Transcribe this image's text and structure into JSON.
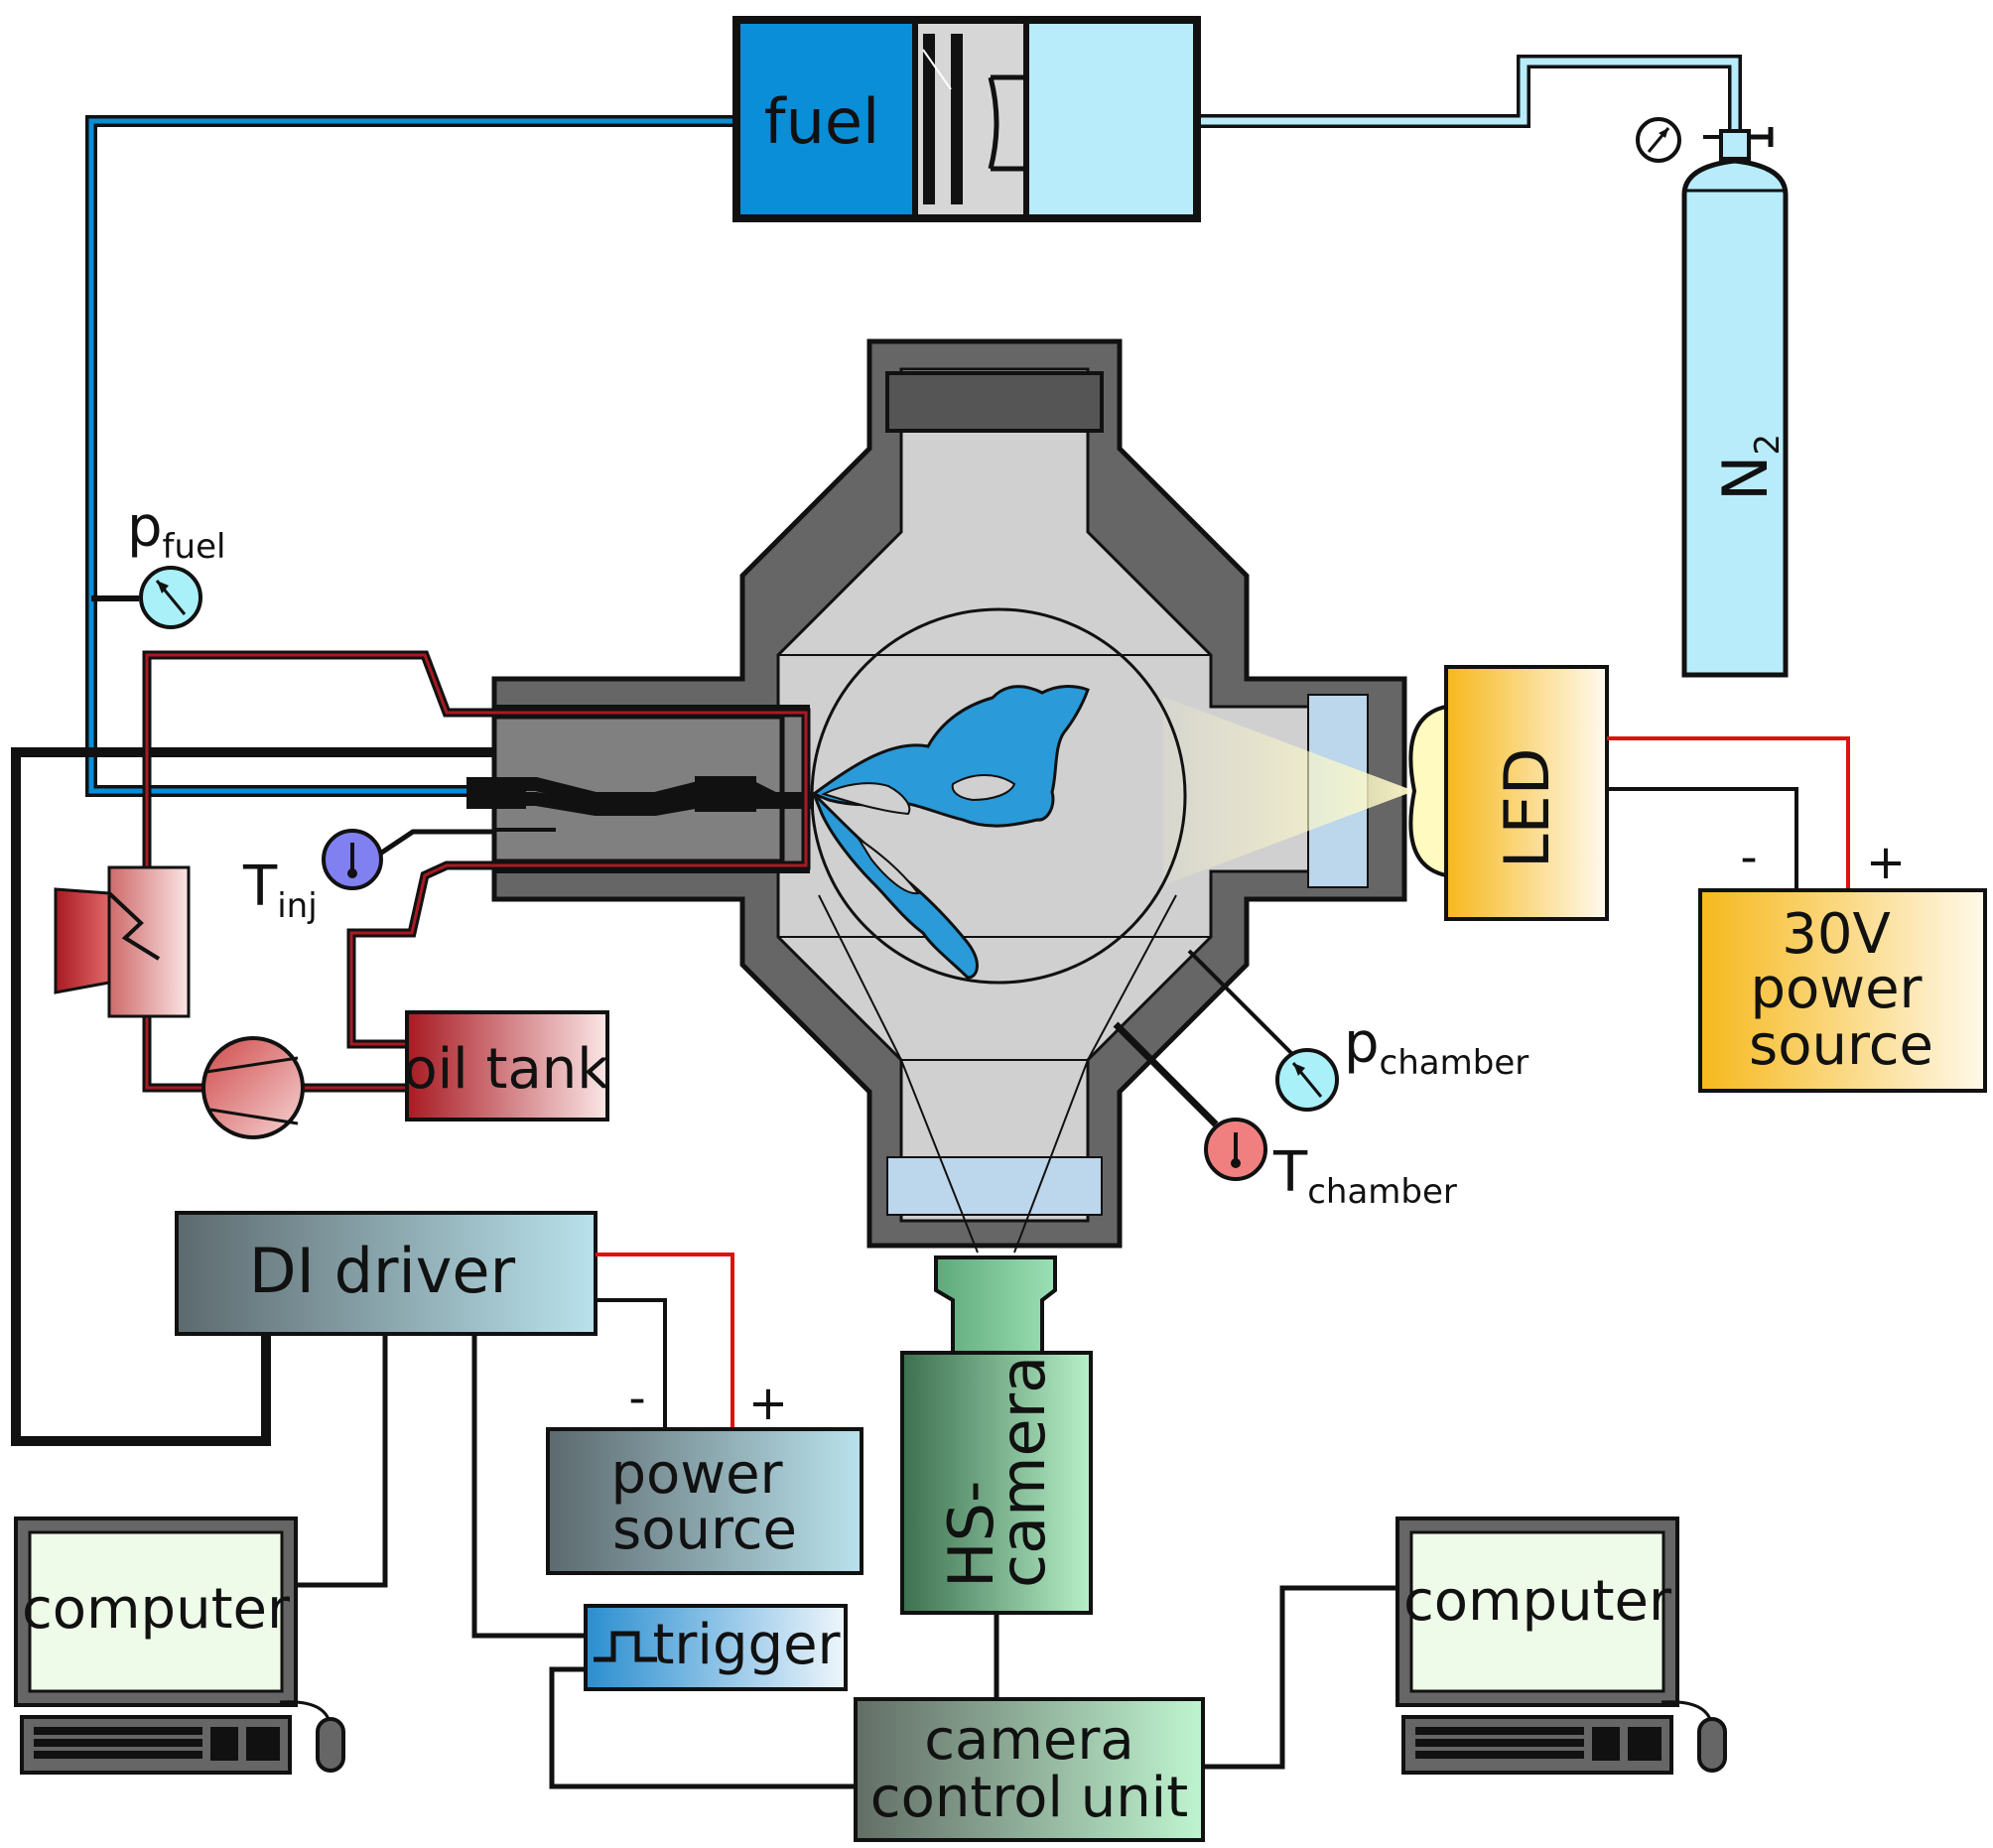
{
  "labels": {
    "fuel": "fuel",
    "n2_main": "N",
    "n2_sub": "2",
    "p_fuel_main": "p",
    "p_fuel_sub": "fuel",
    "t_inj_main": "T",
    "t_inj_sub": "inj",
    "oil_tank": "oil tank",
    "led": "LED",
    "minus": "-",
    "plus": "+",
    "psu30_line1": "30V",
    "psu30_line2": "power",
    "psu30_line3": "source",
    "p_chamber_main": "p",
    "p_chamber_sub": "chamber",
    "t_chamber_main": "T",
    "t_chamber_sub": "chamber",
    "di_driver": "DI driver",
    "psu_line1": "power",
    "psu_line2": "source",
    "hs_line1": "HS-",
    "hs_line2": "camera",
    "computer_left": "computer",
    "computer_right": "computer",
    "trigger": "trigger",
    "ccu_line1": "camera",
    "ccu_line2": "control unit"
  },
  "colors": {
    "fuel_blue": "#0a8ed8",
    "n2_light": "#b8ecfb",
    "chamber_grey": "#d0d0d0",
    "wall_dark": "#666666",
    "spray_blue": "#2a9ad8",
    "oil_red": "#a81a22",
    "led_yellow": "#f6b81c",
    "wire_red": "#e01010",
    "gauge_cyan": "#aaf0f8",
    "thermo_red": "#f08080",
    "thermo_blue": "#8080f0",
    "camera_green": "#6bcf8e"
  }
}
